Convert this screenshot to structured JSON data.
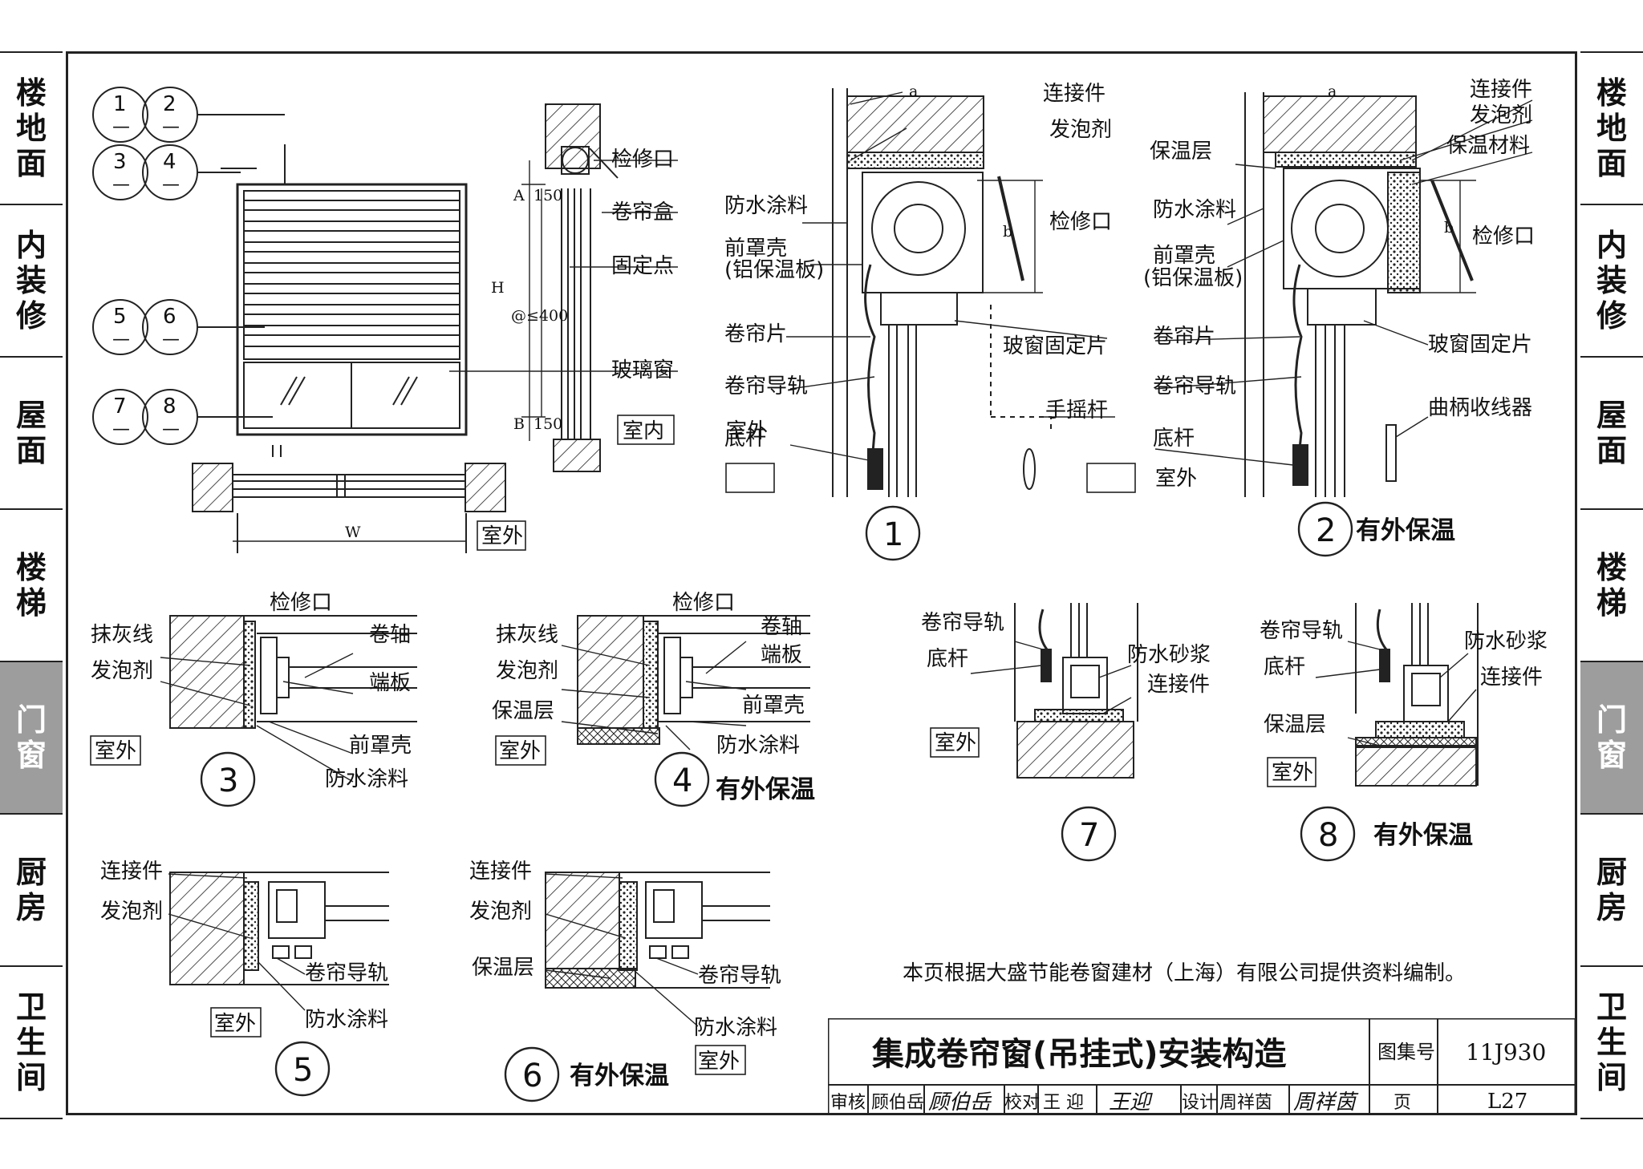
{
  "sidebar_left": [
    {
      "label": "楼地面",
      "active": false
    },
    {
      "label": "内装修",
      "active": false
    },
    {
      "label": "屋面",
      "active": false
    },
    {
      "label": "楼梯",
      "active": false
    },
    {
      "label": "门窗",
      "active": true
    },
    {
      "label": "厨房",
      "active": false
    },
    {
      "label": "卫生间",
      "active": false
    }
  ],
  "sidebar_right": [
    {
      "label": "楼地面",
      "active": false
    },
    {
      "label": "内装修",
      "active": false
    },
    {
      "label": "屋面",
      "active": false
    },
    {
      "label": "楼梯",
      "active": false
    },
    {
      "label": "门窗",
      "active": true
    },
    {
      "label": "厨房",
      "active": false
    },
    {
      "label": "卫生间",
      "active": false
    }
  ],
  "elevation": {
    "callouts": [
      [
        "1",
        "2"
      ],
      [
        "3",
        "4"
      ],
      [
        "5",
        "6"
      ],
      [
        "7",
        "8"
      ]
    ],
    "callout_sub": "—",
    "dims": {
      "A": "A",
      "B": "B",
      "H": "H",
      "spacing": "@≤400",
      "d150a": "150",
      "d150b": "150",
      "W": "W"
    },
    "labels": {
      "inspection": "检修口",
      "box": "卷帘盒",
      "fixpoint": "固定点",
      "glass": "玻璃窗",
      "indoor": "室内",
      "outdoor": "室外"
    }
  },
  "detail1": {
    "num": "1",
    "caption": "",
    "labels": {
      "connector": "连接件",
      "foam": "发泡剂",
      "waterproof": "防水涂料",
      "inspection": "检修口",
      "cover1": "前罩壳",
      "cover2": "(铝保温板)",
      "slat": "卷帘片",
      "fixpiece": "玻窗固定片",
      "rail": "卷帘导轨",
      "crank": "手摇杆",
      "bottom": "底杆",
      "outdoor": "室外"
    },
    "dims": {
      "a": "a",
      "b": "b"
    }
  },
  "detail2": {
    "num": "2",
    "caption": "有外保温",
    "labels": {
      "connector": "连接件",
      "foam": "发泡剂",
      "insul": "保温层",
      "insulmat": "保温材料",
      "waterproof": "防水涂料",
      "inspection": "检修口",
      "cover1": "前罩壳",
      "cover2": "(铝保温板)",
      "slat": "卷帘片",
      "fixpiece": "玻窗固定片",
      "rail": "卷帘导轨",
      "crankwinder": "曲柄收线器",
      "bottom": "底杆",
      "outdoor": "室外"
    },
    "dims": {
      "a": "a",
      "b": "b"
    }
  },
  "detail3": {
    "num": "3",
    "caption": "",
    "labels": {
      "inspection": "检修口",
      "plaster": "抹灰线",
      "axis": "卷轴",
      "foam": "发泡剂",
      "endplate": "端板",
      "cover": "前罩壳",
      "waterproof": "防水涂料",
      "outdoor": "室外"
    }
  },
  "detail4": {
    "num": "4",
    "caption": "有外保温",
    "labels": {
      "inspection": "检修口",
      "plaster": "抹灰线",
      "axis": "卷轴",
      "foam": "发泡剂",
      "endplate": "端板",
      "insul": "保温层",
      "cover": "前罩壳",
      "waterproof": "防水涂料",
      "outdoor": "室外"
    }
  },
  "detail5": {
    "num": "5",
    "caption": "",
    "labels": {
      "connector": "连接件",
      "foam": "发泡剂",
      "rail": "卷帘导轨",
      "waterproof": "防水涂料",
      "outdoor": "室外"
    }
  },
  "detail6": {
    "num": "6",
    "caption": "有外保温",
    "labels": {
      "connector": "连接件",
      "foam": "发泡剂",
      "insul": "保温层",
      "rail": "卷帘导轨",
      "waterproof": "防水涂料",
      "outdoor": "室外"
    }
  },
  "detail7": {
    "num": "7",
    "caption": "",
    "labels": {
      "rail": "卷帘导轨",
      "bottom": "底杆",
      "mortar": "防水砂浆",
      "connector": "连接件",
      "outdoor": "室外"
    }
  },
  "detail8": {
    "num": "8",
    "caption": "有外保温",
    "labels": {
      "rail": "卷帘导轨",
      "bottom": "底杆",
      "mortar": "防水砂浆",
      "connector": "连接件",
      "insul": "保温层",
      "outdoor": "室外"
    }
  },
  "note": "本页根据大盛节能卷窗建材（上海）有限公司提供资料编制。",
  "title_block": {
    "title": "集成卷帘窗(吊挂式)安装构造",
    "atlas_label": "图集号",
    "atlas_no": "11J930",
    "review_label": "审核",
    "reviewer": "顾伯岳",
    "reviewer_sig": "顾伯岳",
    "check_label": "校对",
    "checker": "王 迎",
    "checker_sig": "王迎",
    "design_label": "设计",
    "designer": "周祥茵",
    "designer_sig": "周祥茵",
    "page_label": "页",
    "page_no": "L27"
  }
}
